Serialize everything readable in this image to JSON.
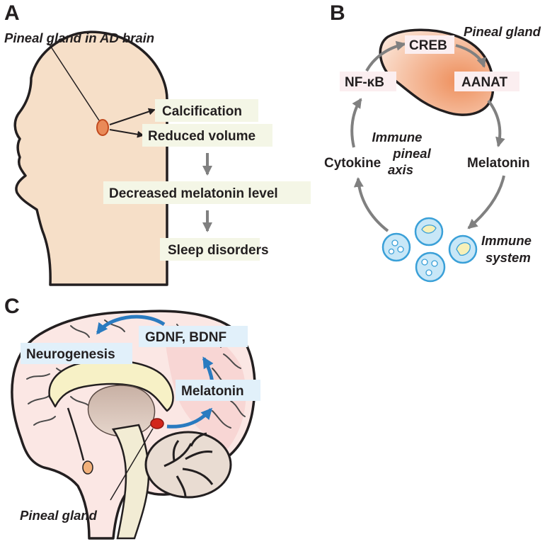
{
  "panels": {
    "a": {
      "letter": "A",
      "title": "Pineal gland in AD brain",
      "calcification": "Calcification",
      "reduced_volume": "Reduced volume",
      "decreased_melatonin": "Decreased melatonin level",
      "sleep_disorders": "Sleep disorders"
    },
    "b": {
      "letter": "B",
      "pineal_gland": "Pineal gland",
      "creb": "CREB",
      "aanat": "AANAT",
      "nfkb": "NF-κB",
      "melatonin": "Melatonin",
      "cytokine": "Cytokine",
      "center_line1": "Immune",
      "center_line2": "pineal",
      "center_line3": "axis",
      "immune_line1": "Immune",
      "immune_line2": "system"
    },
    "c": {
      "letter": "C",
      "neurogenesis": "Neurogenesis",
      "gdnf_bdnf": "GDNF, BDNF",
      "melatonin": "Melatonin",
      "pineal_gland": "Pineal gland"
    }
  },
  "colors": {
    "skin": "#f6dfc8",
    "outline": "#231f20",
    "pineal_orange": "#f2a074",
    "pineal_red": "#d2261c",
    "gray_arrow": "#808080",
    "blue_arrow": "#2a7bc0",
    "cell_fill": "#c8e7f7",
    "cell_edge": "#3aa0d8",
    "box_a": "#f4f6e6",
    "box_c": "#e1f0fa",
    "box_b": "#fbeef0"
  }
}
